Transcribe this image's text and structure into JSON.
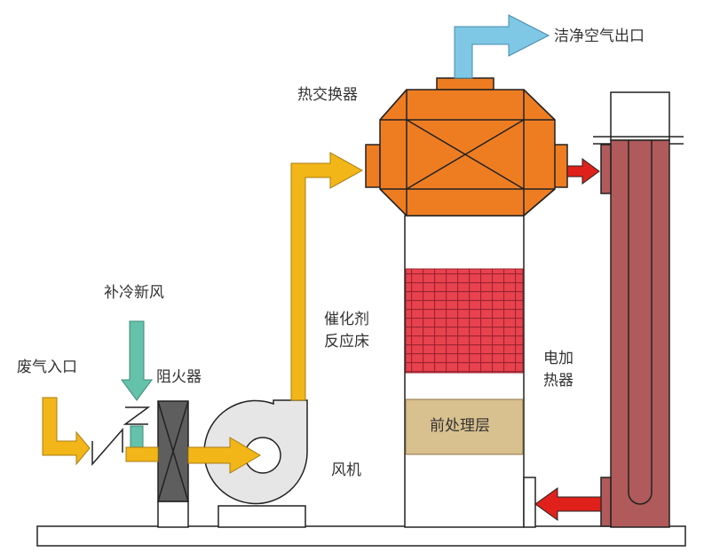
{
  "labels": {
    "clean_air_outlet": "洁净空气出口",
    "heat_exchanger": "热交换器",
    "fresh_air": "补冷新风",
    "exhaust_inlet": "废气入口",
    "flame_arrester": "阻火器",
    "catalyst_bed": "催化剂\n反应床",
    "pretreatment_layer": "前处理层",
    "fan": "风机",
    "electric_heater": "电加\n热器"
  },
  "colors": {
    "heat_exchanger": "#ee7d22",
    "yellow_flow": "#f2b619",
    "blue_flow": "#7ec8e6",
    "green_flow": "#64c1aa",
    "red_arrow": "#e0211b",
    "catalyst": "#e8424e",
    "pretreatment": "#d9c08f",
    "heater": "#b05a5b",
    "flame_arrester": "#5e5e5e",
    "fan": "#e6e6e6"
  }
}
